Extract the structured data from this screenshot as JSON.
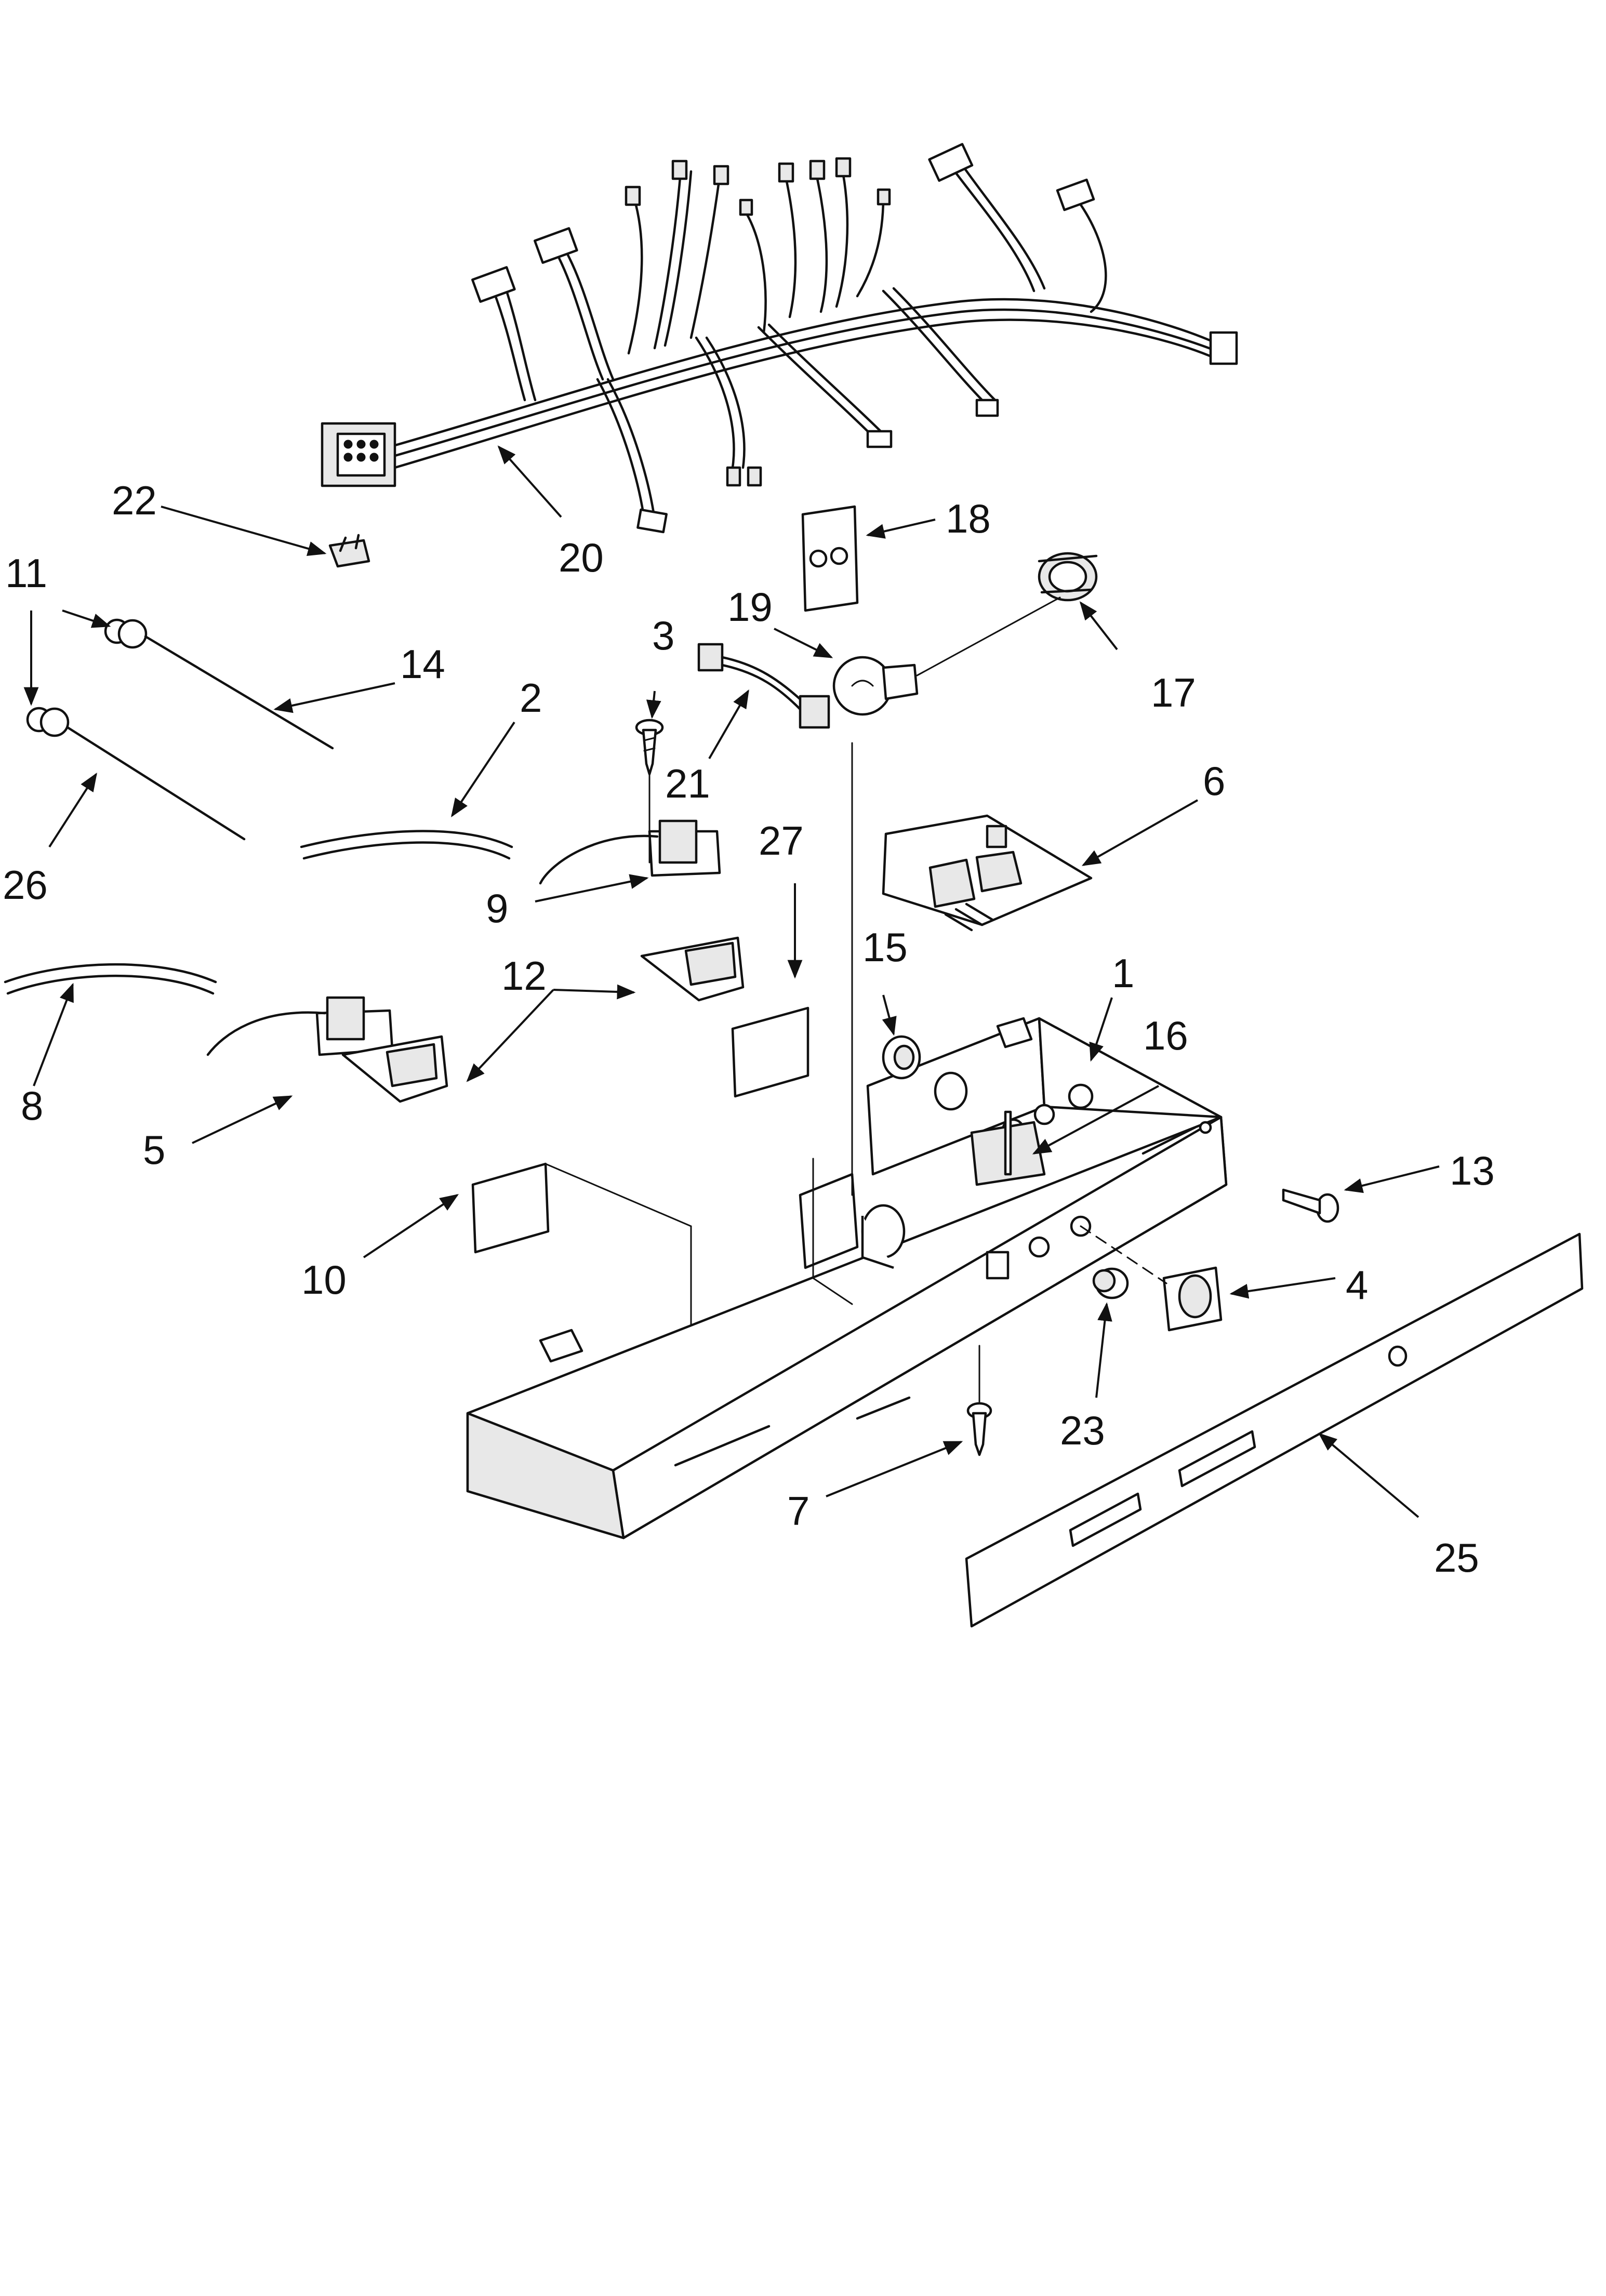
{
  "callouts": [
    "1",
    "2",
    "3",
    "4",
    "5",
    "6",
    "7",
    "8",
    "9",
    "10",
    "11",
    "12",
    "13",
    "14",
    "15",
    "16",
    "17",
    "18",
    "19",
    "20",
    "21",
    "22",
    "23",
    "25",
    "26",
    "27"
  ]
}
